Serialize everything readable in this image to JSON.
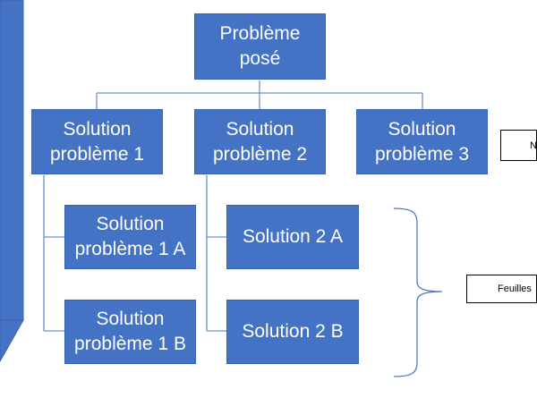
{
  "diagram": {
    "root": "Problème\nposé",
    "solutions": [
      "Solution\nproblème 1",
      "Solution\nproblème 2",
      "Solution\nproblème 3"
    ],
    "sub_1": [
      "Solution\nproblème 1 A",
      "Solution\nproblème 1 B"
    ],
    "sub_2": [
      "Solution 2 A",
      "Solution 2 B"
    ],
    "side_labels": {
      "top": "N",
      "leaves": "Feuilles"
    }
  },
  "colors": {
    "box_fill": "#4472c4",
    "connector": "#6f8fc9",
    "brace": "#4f7ac8"
  }
}
